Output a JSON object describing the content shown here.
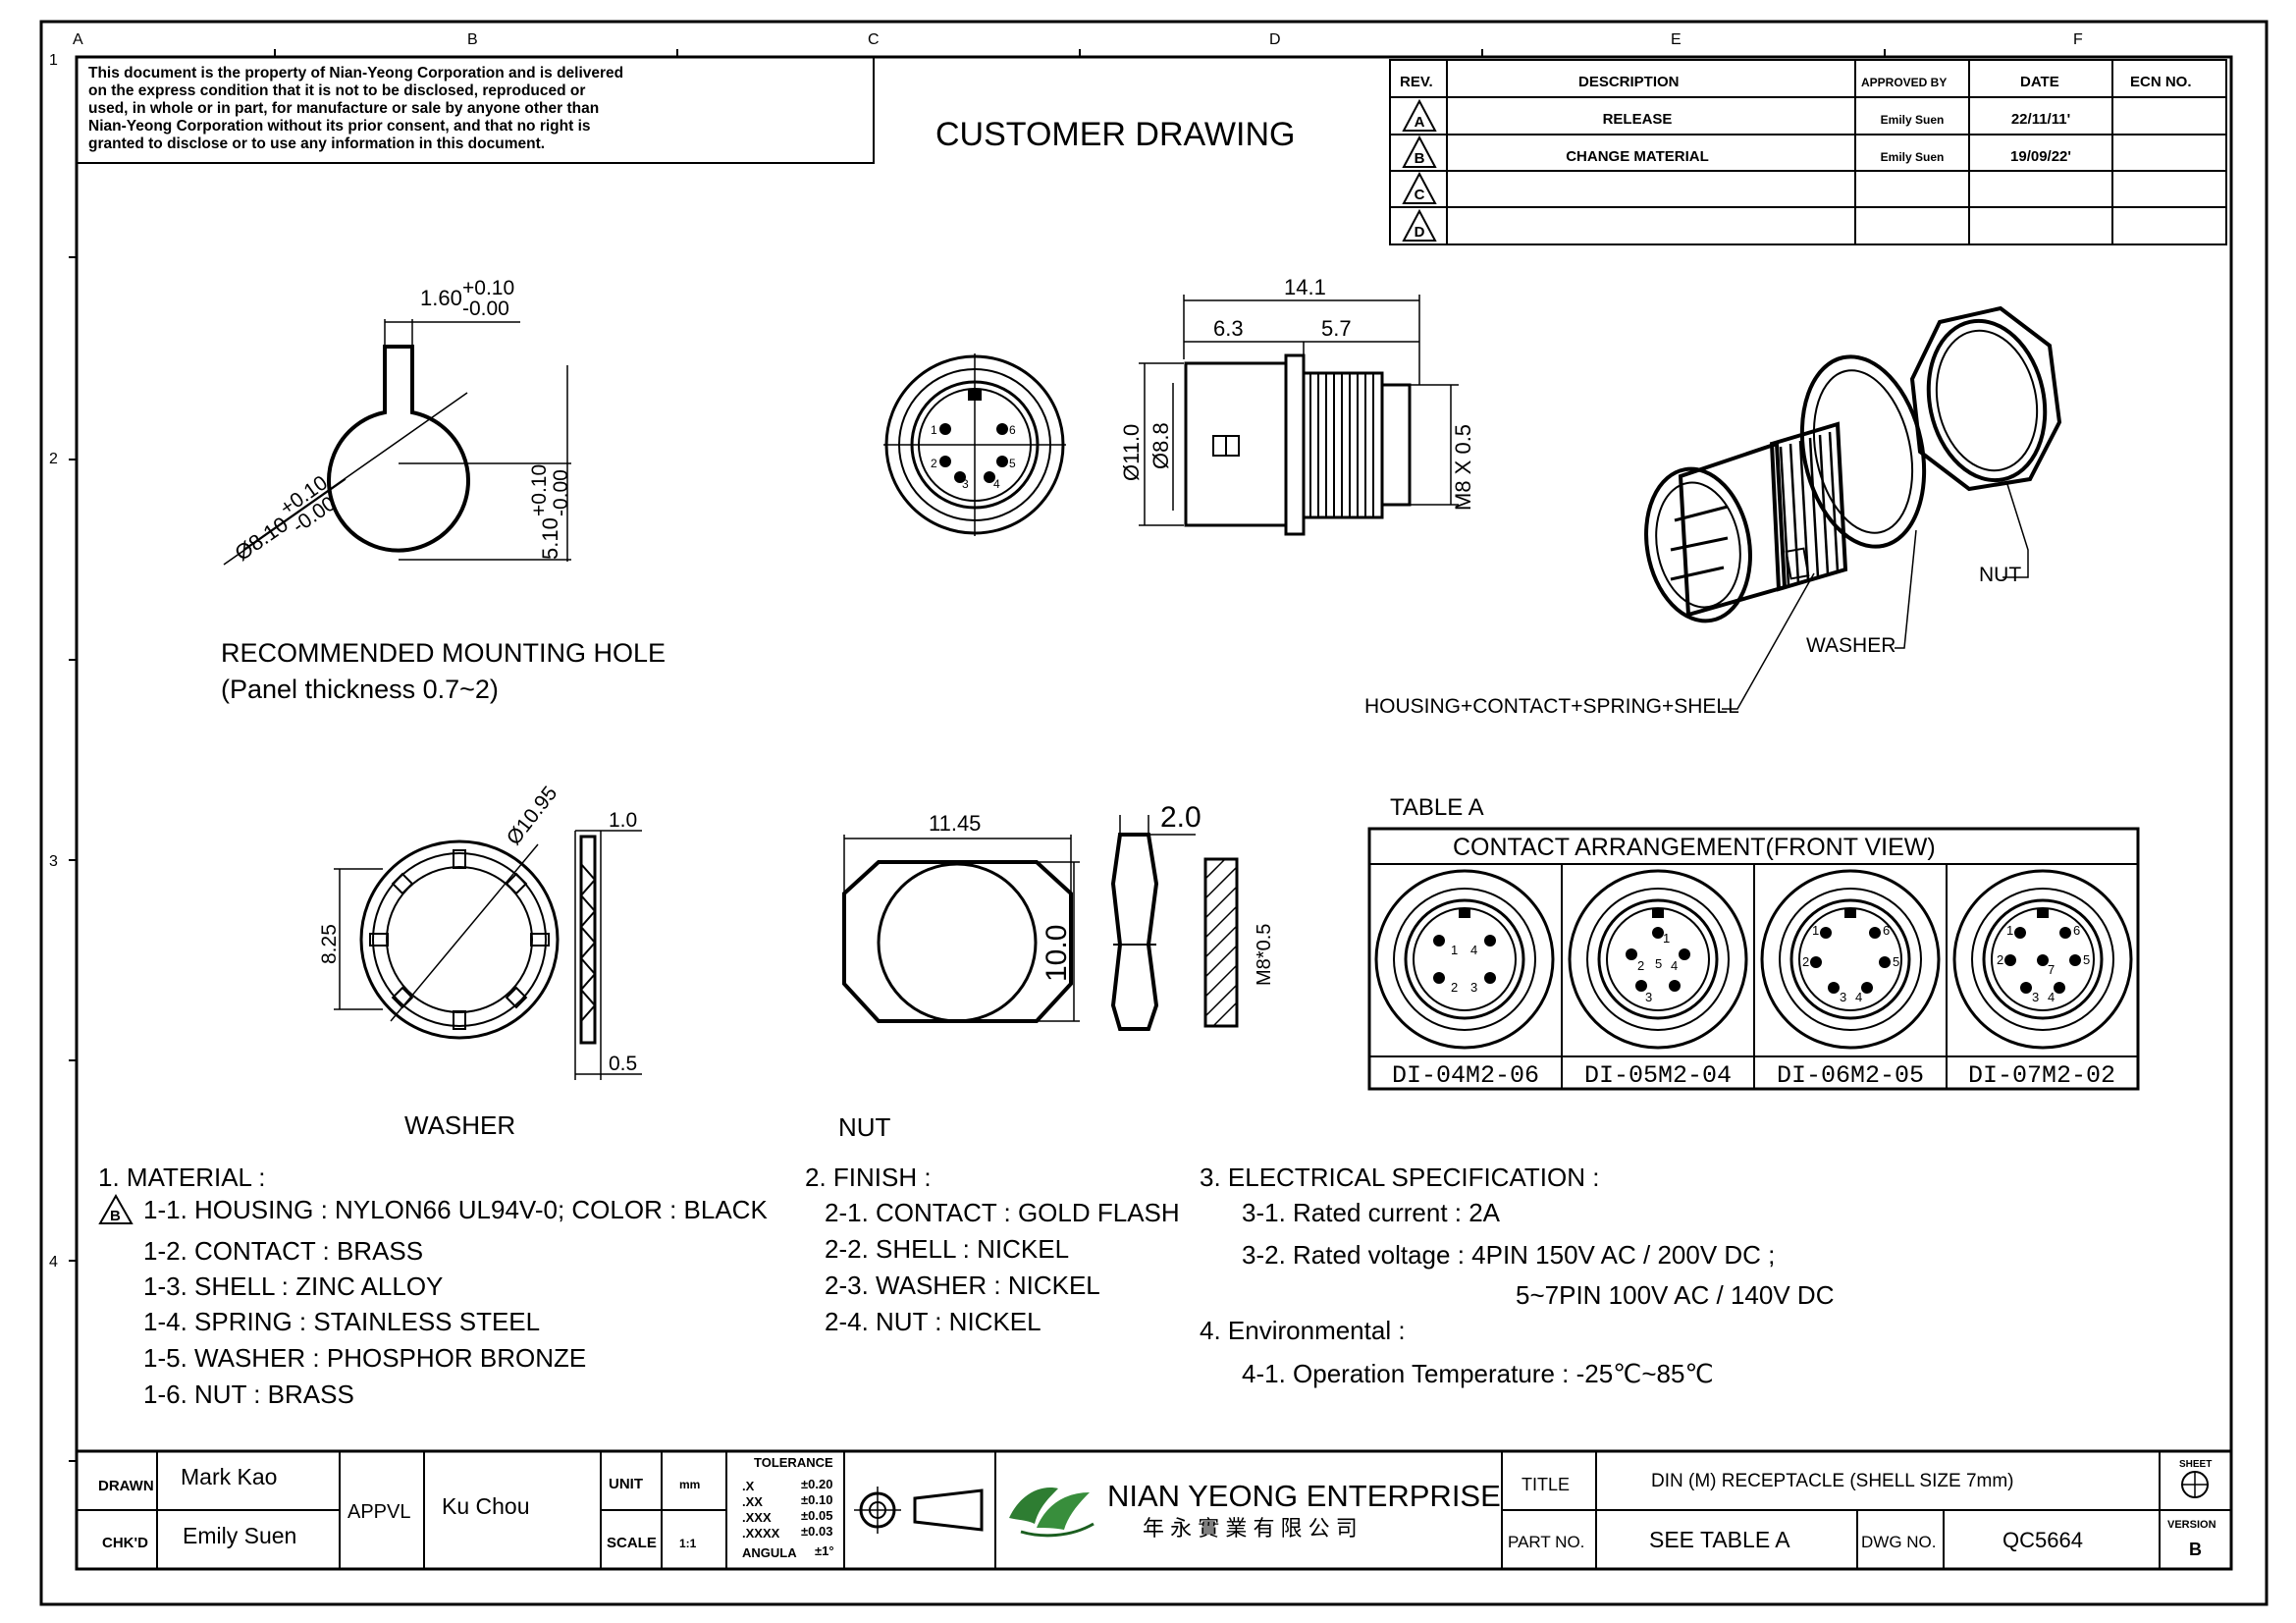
{
  "zone_letters": [
    "A",
    "B",
    "C",
    "D",
    "E",
    "F"
  ],
  "zone_numbers": [
    "1",
    "2",
    "3",
    "4"
  ],
  "notice": {
    "lines": [
      "This document is the property of Nian-Yeong Corporation and is delivered",
      "on  the  express condition that it is not to be disclosed, reproduced or",
      "used, in whole or in part, for manufacture or sale by anyone other than",
      "Nian-Yeong Corporation without  its prior consent, and that  no right  is",
      "granted to disclose or to use any information in this  document."
    ]
  },
  "drawing_title": "CUSTOMER  DRAWING",
  "revision_table": {
    "headers": [
      "REV.",
      "DESCRIPTION",
      "APPROVED BY",
      "DATE",
      "ECN NO."
    ],
    "rows": [
      {
        "rev": "A",
        "description": "RELEASE",
        "approved_by": "Emily Suen",
        "date": "22/11/11'",
        "ecn": ""
      },
      {
        "rev": "B",
        "description": "CHANGE MATERIAL",
        "approved_by": "Emily Suen",
        "date": "19/09/22'",
        "ecn": ""
      },
      {
        "rev": "C",
        "description": "",
        "approved_by": "",
        "date": "",
        "ecn": ""
      },
      {
        "rev": "D",
        "description": "",
        "approved_by": "",
        "date": "",
        "ecn": ""
      }
    ]
  },
  "mounting_hole": {
    "dim_key": "1.60",
    "dim_key_tol": [
      "+0.10",
      "-0.00"
    ],
    "dim_dia": "Ø8.10",
    "dim_dia_tol": [
      "+0.10",
      "-0.00"
    ],
    "dim_flat": "5.10",
    "dim_flat_tol": [
      "+0.10",
      "-0.00"
    ],
    "caption": "RECOMMENDED  MOUNTING  HOLE",
    "subcaption": "(Panel  thickness  0.7~2)"
  },
  "receptacle": {
    "dim_overall": "14.1",
    "dim_front": "6.3",
    "dim_thread_len": "5.7",
    "dim_outer": "Ø11.0",
    "dim_inner": "Ø8.8",
    "dim_thread": "M8 X 0.5",
    "pin_labels": [
      "1",
      "2",
      "3",
      "4",
      "5",
      "6"
    ]
  },
  "assembly": {
    "nut_label": "NUT",
    "washer_label": "WASHER",
    "housing_label": "HOUSING+CONTACT+SPRING+SHELL"
  },
  "washer": {
    "dim_dia": "Ø10.95",
    "dim_inner": "8.25",
    "dim_thick": "1.0",
    "dim_thin": "0.5",
    "caption": "WASHER"
  },
  "nut": {
    "dim_flats": "11.45",
    "dim_height": "10.0",
    "dim_thick": "2.0",
    "dim_thread": "M8*0.5",
    "caption": "NUT"
  },
  "table_a": {
    "label": "TABLE  A",
    "title": "CONTACT  ARRANGEMENT(FRONT  VIEW)",
    "parts": [
      {
        "name": "DI-04M2-06",
        "pins": [
          "1",
          "4",
          "2",
          "3"
        ]
      },
      {
        "name": "DI-05M2-04",
        "pins": [
          "1",
          "2",
          "4",
          "3",
          "5"
        ]
      },
      {
        "name": "DI-06M2-05",
        "pins": [
          "1",
          "6",
          "2",
          "5",
          "3",
          "4"
        ]
      },
      {
        "name": "DI-07M2-02",
        "pins": [
          "1",
          "6",
          "2",
          "7",
          "5",
          "3",
          "4"
        ]
      }
    ]
  },
  "notes": {
    "material_title": "1. MATERIAL :",
    "material": [
      "1-1.  HOUSING : NYLON66  UL94V-0;  COLOR : BLACK",
      "1-2.  CONTACT : BRASS",
      "1-3.  SHELL : ZINC ALLOY",
      "1-4.  SPRING : STAINLESS STEEL",
      "1-5.  WASHER : PHOSPHOR BRONZE",
      "1-6.  NUT : BRASS"
    ],
    "material_rev_marker": "B",
    "finish_title": "2. FINISH :",
    "finish": [
      "2-1.  CONTACT : GOLD FLASH",
      "2-2.  SHELL : NICKEL",
      "2-3.  WASHER : NICKEL",
      "2-4.  NUT : NICKEL"
    ],
    "elec_title": "3. ELECTRICAL  SPECIFICATION :",
    "elec": [
      "3-1.  Rated  current : 2A",
      "3-2.  Rated  voltage : 4PIN  150V AC / 200V DC ;",
      "5~7PIN  100V AC / 140V DC"
    ],
    "env_title": "4. Environmental :",
    "env": [
      "4-1.  Operation  Temperature : -25℃~85℃"
    ]
  },
  "title_block": {
    "drawn_label": "DRAWN",
    "drawn": "Mark Kao",
    "chkd_label": "CHK'D",
    "chkd": "Emily Suen",
    "appvl_label": "APPVL",
    "appvl": "Ku Chou",
    "unit_label": "UNIT",
    "unit": "mm",
    "scale_label": "SCALE",
    "scale": "1:1",
    "tolerance_title": "TOLERANCE",
    "tolerances": [
      [
        ".X",
        "±0.20"
      ],
      [
        ".XX",
        "±0.10"
      ],
      [
        ".XXX",
        "±0.05"
      ],
      [
        ".XXXX",
        "±0.03"
      ],
      [
        "ANGULA",
        "±1°"
      ]
    ],
    "company": "NIAN YEONG ENTERPRISE",
    "company_cn": "年 永 實 業 有 限 公 司",
    "title_label": "TITLE",
    "title": "DIN (M) RECEPTACLE (SHELL SIZE 7mm)",
    "part_label": "PART NO.",
    "part": "SEE  TABLE  A",
    "dwg_label": "DWG NO.",
    "dwg": "QC5664",
    "sheet_label": "SHEET",
    "version_label": "VERSION",
    "version": "B"
  }
}
